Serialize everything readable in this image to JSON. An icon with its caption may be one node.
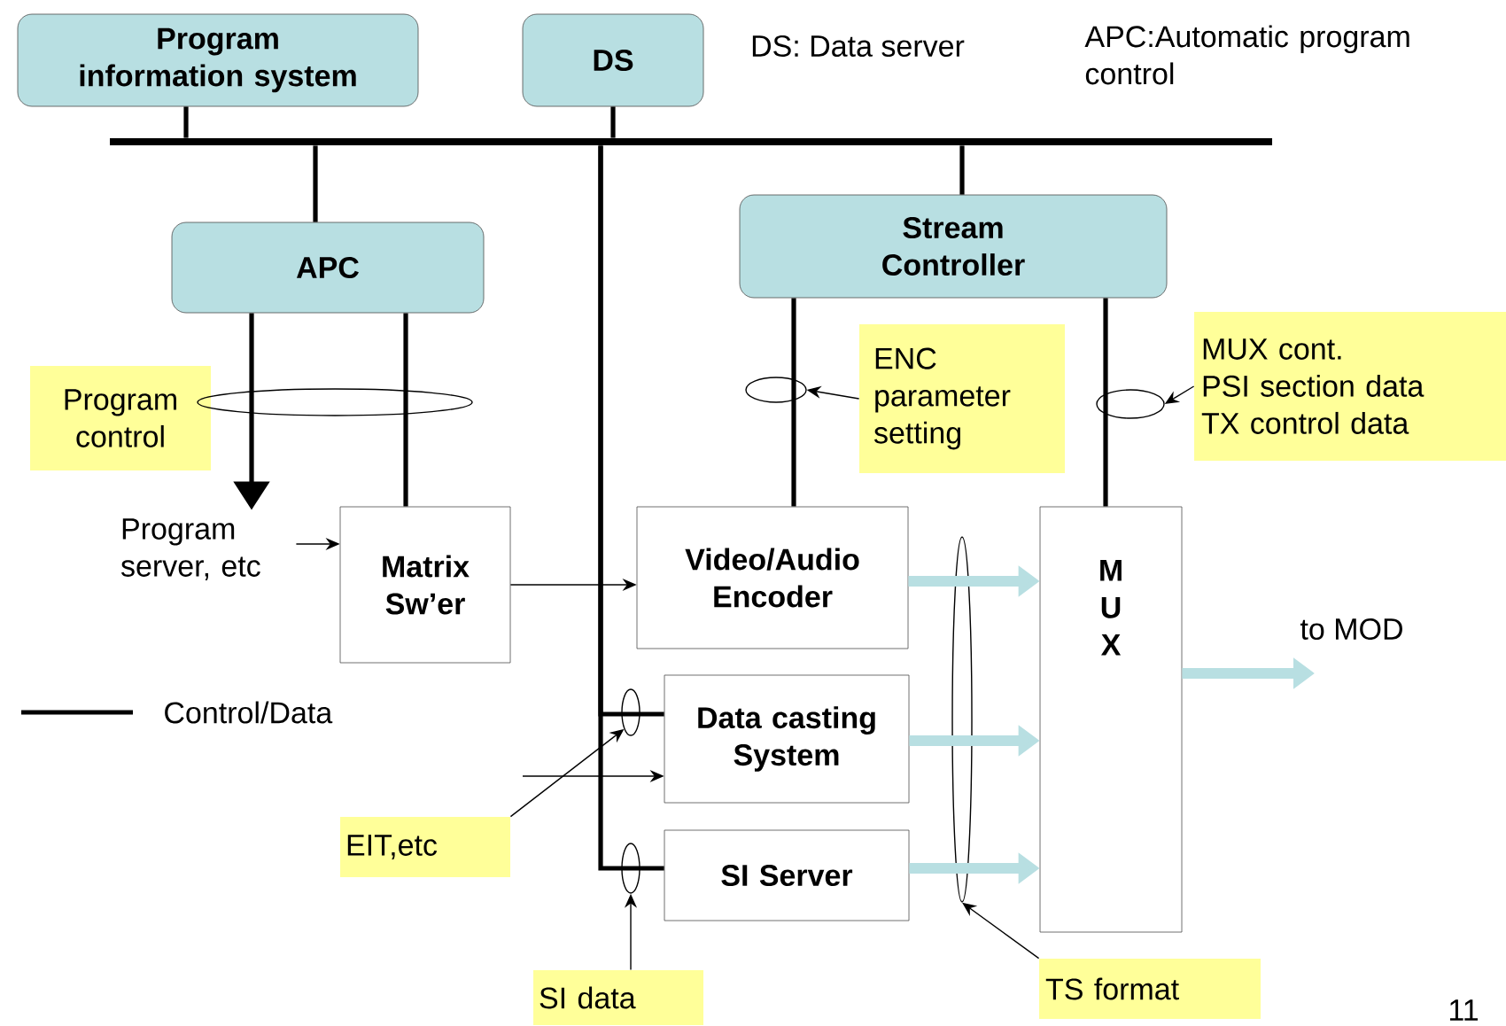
{
  "diagram": {
    "nodes": [
      {
        "text": [
          "Program information system"
        ]
      },
      {
        "text": [
          "DS"
        ]
      },
      {
        "text": [],
        "shape": "bar"
      },
      {
        "text": [
          "Stream Controller"
        ]
      },
      {
        "text": [
          "APC"
        ]
      },
      {
        "text": [
          "ENC parameter setting"
        ]
      },
      {
        "text": [
          "MUX cont.",
          "PSI section data",
          "TX control data"
        ]
      },
      {
        "text": [
          "Program control"
        ]
      },
      {
        "text": [
          "Program server, etc"
        ]
      },
      {
        "text": [
          "Matrix Sw’er"
        ]
      },
      {
        "text": [
          "Video/Audio Encoder"
        ]
      },
      {
        "text": [
          "M U X"
        ]
      },
      {
        "text": [
          "Data casting System"
        ]
      },
      {
        "text": [
          "EIT,etc"
        ]
      },
      {
        "text": [
          "SI Server"
        ]
      },
      {
        "text": [
          "SI data"
        ]
      },
      {
        "text": [
          "TS format"
        ]
      },
      {
        "text": [],
        "shape": "ellipse"
      },
      {
        "text": [],
        "shape": "ellipse"
      },
      {
        "text": [],
        "shape": "ellipse"
      },
      {
        "text": [],
        "shape": "ellipse"
      },
      {
        "text": [],
        "shape": "ellipse"
      },
      {
        "text": [],
        "shape": "ellipse"
      }
    ],
    "edges": [
      {
        "from": 0,
        "to": 2,
        "arrow": "none"
      },
      {
        "from": 1,
        "to": 2,
        "arrow": "none"
      },
      {
        "from": 2,
        "to": 4,
        "arrow": "none"
      },
      {
        "from": 2,
        "to": 3,
        "arrow": "none"
      },
      {
        "from": 2,
        "to": 12,
        "arrow": "none"
      },
      {
        "from": 2,
        "to": 14,
        "arrow": "none"
      },
      {
        "from": 4,
        "to": 8,
        "arrow": "to"
      },
      {
        "from": 4,
        "to": 9,
        "arrow": "none"
      },
      {
        "from": 3,
        "to": 10,
        "arrow": "none"
      },
      {
        "from": 3,
        "to": 11,
        "arrow": "none"
      },
      {
        "from": 8,
        "to": 9,
        "arrow": "to"
      },
      {
        "from": 9,
        "to": 10,
        "arrow": "to"
      },
      {
        "from": null,
        "to": 12,
        "arrow": "to"
      },
      {
        "from": 10,
        "to": 11,
        "arrow": "to",
        "style": "thick",
        "color": "#b8dfe2"
      },
      {
        "from": 12,
        "to": 11,
        "arrow": "to",
        "style": "thick",
        "color": "#b8dfe2"
      },
      {
        "from": 14,
        "to": 11,
        "arrow": "to",
        "style": "thick",
        "color": "#b8dfe2"
      },
      {
        "from": 11,
        "to": null,
        "arrow": "to",
        "style": "thick",
        "color": "#b8dfe2",
        "label": "to MOD"
      },
      {
        "from": 5,
        "to": 17,
        "arrow": "to"
      },
      {
        "from": 6,
        "to": 18,
        "arrow": "to"
      },
      {
        "from": 13,
        "to": 20,
        "arrow": "to"
      },
      {
        "from": 15,
        "to": 21,
        "arrow": "to"
      },
      {
        "from": 16,
        "to": 22,
        "arrow": "to"
      }
    ],
    "labels": [
      "DS:  Data server",
      "APC:Automatic program control",
      "11"
    ],
    "legend": [
      {
        "text": "Control/Data"
      }
    ]
  }
}
